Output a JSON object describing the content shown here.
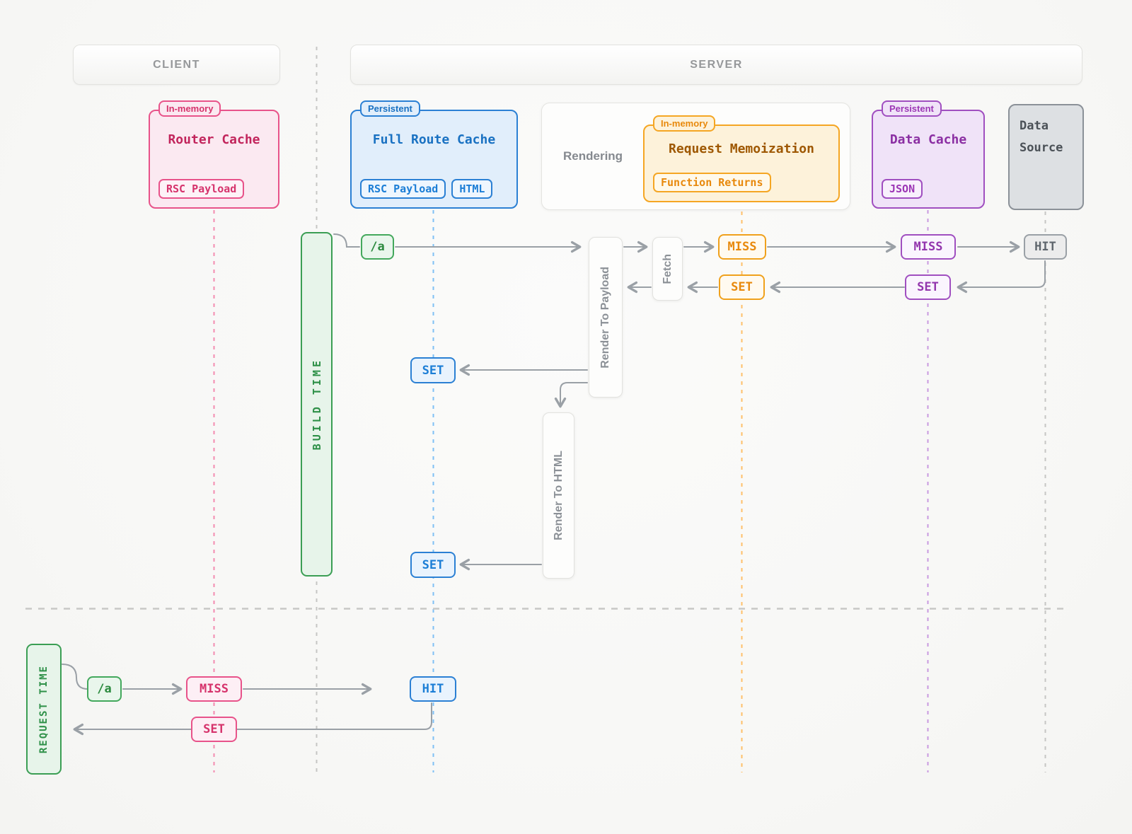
{
  "headers": {
    "client": "CLIENT",
    "server": "SERVER"
  },
  "lanes": {
    "build_time": "BUILD TIME",
    "request_time": "REQUEST TIME"
  },
  "cards": {
    "router_cache": {
      "badge": "In-memory",
      "title": "Router Cache",
      "chip": "RSC Payload"
    },
    "full_route_cache": {
      "badge": "Persistent",
      "title": "Full Route Cache",
      "chip1": "RSC Payload",
      "chip2": "HTML"
    },
    "rendering": {
      "label": "Rendering"
    },
    "request_memoization": {
      "badge": "In-memory",
      "title": "Request Memoization",
      "chip": "Function Returns"
    },
    "data_cache": {
      "badge": "Persistent",
      "title": "Data Cache",
      "chip": "JSON"
    },
    "data_source": {
      "title": "Data Source"
    }
  },
  "process": {
    "render_to_payload": "Render To Payload",
    "fetch": "Fetch",
    "render_to_html": "Render To HTML"
  },
  "build_flow": {
    "route": "/a",
    "memoization_miss": "MISS",
    "memoization_set": "SET",
    "data_cache_miss": "MISS",
    "data_cache_set": "SET",
    "data_source_hit": "HIT",
    "full_route_cache_set_payload": "SET",
    "full_route_cache_set_html": "SET"
  },
  "request_flow": {
    "route": "/a",
    "router_cache_miss": "MISS",
    "router_cache_set": "SET",
    "full_route_cache_hit": "HIT"
  },
  "colors": {
    "pink": "#e64980",
    "blue": "#1c7ed6",
    "green": "#2f9e44",
    "orange": "#f59f00",
    "purple": "#9c36b5",
    "gray": "#868e96",
    "arrow": "#9aa0a6"
  }
}
